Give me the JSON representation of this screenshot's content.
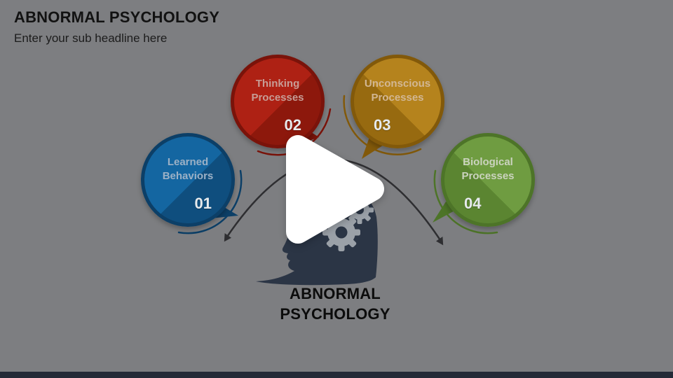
{
  "slide": {
    "title": "ABNORMAL PSYCHOLOGY",
    "subtitle": "Enter your sub headline here",
    "caption": [
      "ABNORMAL",
      "PSYCHOLOGY"
    ],
    "nodes": [
      {
        "id": "learned-behaviors",
        "lines": [
          "Learned",
          "Behaviors"
        ],
        "number": "01",
        "color_light": "#1466a1",
        "color_dark": "#0f4e7e",
        "ring_color": "#0c3f67",
        "text_color": "#9cb1c6"
      },
      {
        "id": "thinking-processes",
        "lines": [
          "Thinking",
          "Processes"
        ],
        "number": "02",
        "color_light": "#ae2114",
        "color_dark": "#8d180c",
        "ring_color": "#7a130a",
        "text_color": "#c79d96"
      },
      {
        "id": "unconscious-processes",
        "lines": [
          "Unconscious",
          "Processes"
        ],
        "number": "03",
        "color_light": "#b5831d",
        "color_dark": "#976a10",
        "ring_color": "#82590a",
        "text_color": "#d2b794"
      },
      {
        "id": "biological-processes",
        "lines": [
          "Biological",
          "Processes"
        ],
        "number": "04",
        "color_light": "#6f9c41",
        "color_dark": "#5b8531",
        "ring_color": "#4d7428",
        "text_color": "#cbd3bf"
      }
    ]
  },
  "colors": {
    "background": "#7d7e81",
    "bottom_bar": "#242a37",
    "title_text": "#121212",
    "subtitle_text": "#1c1c1c",
    "caption_text": "#0c0c0c",
    "head": "#2b3545",
    "gear": "#9ba1a8",
    "arc": "#2e2e31",
    "play": "#ffffff",
    "number_text": "#e6eaed"
  }
}
